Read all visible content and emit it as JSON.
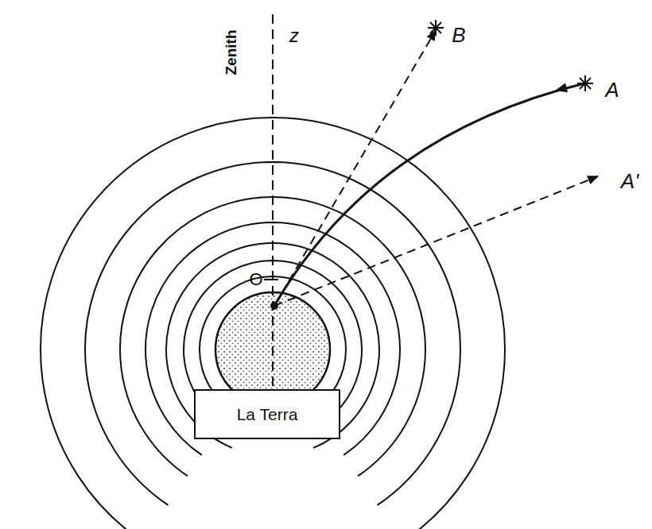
{
  "diagram": {
    "nodes": [
      {
        "text": [
          "La Terra"
        ]
      }
    ],
    "labels": [
      "Zenith",
      "z",
      "B",
      "A",
      "A'",
      "O"
    ]
  }
}
